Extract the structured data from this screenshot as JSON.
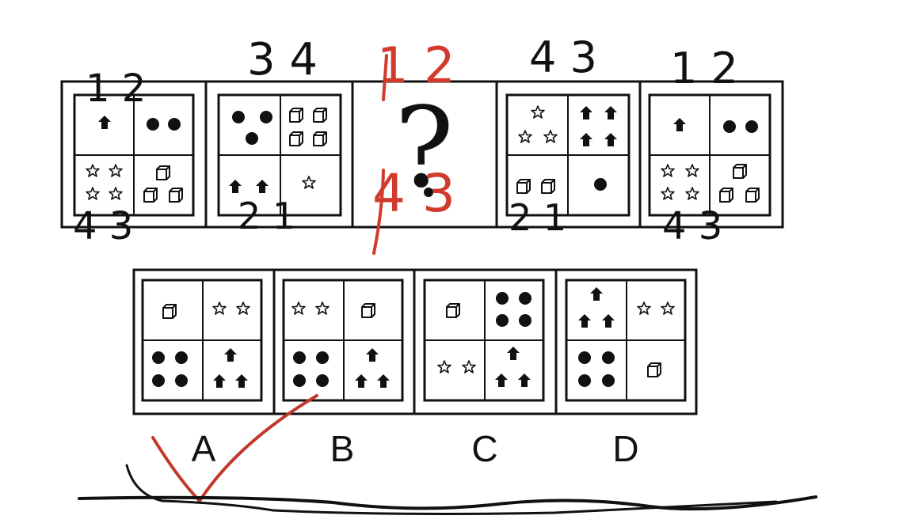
{
  "question_mark": "?",
  "options": [
    {
      "letter": "A"
    },
    {
      "letter": "B"
    },
    {
      "letter": "C"
    },
    {
      "letter": "D"
    }
  ],
  "annotations": {
    "p1_top": "1 2",
    "p1_bottom": "4 3",
    "p2_top": "3 4",
    "p2_bottom": "2 1",
    "p3_top": "1 2",
    "p3_bottom": "4 3",
    "p4_top": "4 3",
    "p4_bottom": "2 1",
    "p5_top": "1 2",
    "p5_bottom": "4 3"
  },
  "colors": {
    "ink": "#111111",
    "red_pen": "#d23a2e"
  },
  "icons": [
    "arrow-icon",
    "dot-icon",
    "star-icon",
    "cube-icon",
    "check-mark-icon"
  ]
}
